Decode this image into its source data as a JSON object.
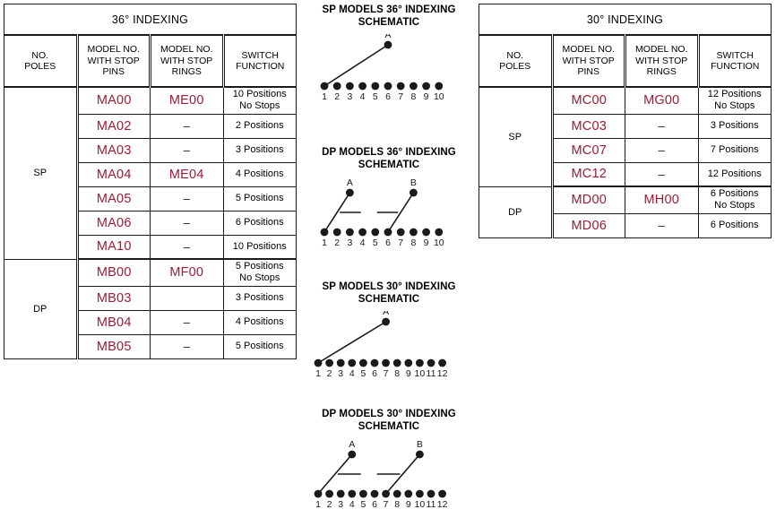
{
  "tables": [
    {
      "id": "table-36",
      "title": "36° INDEXING",
      "columns": [
        "NO.\nPOLES",
        "MODEL NO.\nWITH STOP\nPINS",
        "MODEL NO.\nWITH STOP\nRINGS",
        "SWITCH\nFUNCTION"
      ],
      "col_poles_l1": "NO.",
      "col_poles_l2": "POLES",
      "col_pins_l1": "MODEL NO.",
      "col_pins_l2": "WITH STOP",
      "col_pins_l3": "PINS",
      "col_rings_l1": "MODEL NO.",
      "col_rings_l2": "WITH STOP",
      "col_rings_l3": "RINGS",
      "col_func_l1": "SWITCH",
      "col_func_l2": "FUNCTION",
      "groups": [
        {
          "poles": "SP",
          "rows": [
            {
              "pins": "MA00",
              "rings": "ME00",
              "func_l1": "10 Positions",
              "func_l2": "No Stops"
            },
            {
              "pins": "MA02",
              "rings": "–",
              "func_l1": "2 Positions",
              "func_l2": ""
            },
            {
              "pins": "MA03",
              "rings": "–",
              "func_l1": "3 Positions",
              "func_l2": ""
            },
            {
              "pins": "MA04",
              "rings": "ME04",
              "func_l1": "4 Positions",
              "func_l2": ""
            },
            {
              "pins": "MA05",
              "rings": "–",
              "func_l1": "5 Positions",
              "func_l2": ""
            },
            {
              "pins": "MA06",
              "rings": "–",
              "func_l1": "6 Positions",
              "func_l2": ""
            },
            {
              "pins": "MA10",
              "rings": "–",
              "func_l1": "10 Positions",
              "func_l2": ""
            }
          ]
        },
        {
          "poles": "DP",
          "rows": [
            {
              "pins": "MB00",
              "rings": "MF00",
              "func_l1": "5 Positions",
              "func_l2": "No Stops"
            },
            {
              "pins": "MB03",
              "rings": "",
              "func_l1": "3 Positions",
              "func_l2": ""
            },
            {
              "pins": "MB04",
              "rings": "–",
              "func_l1": "4 Positions",
              "func_l2": ""
            },
            {
              "pins": "MB05",
              "rings": "–",
              "func_l1": "5 Positions",
              "func_l2": ""
            }
          ]
        }
      ]
    },
    {
      "id": "table-30",
      "title": "30° INDEXING",
      "col_poles_l1": "NO.",
      "col_poles_l2": "POLES",
      "col_pins_l1": "MODEL NO.",
      "col_pins_l2": "WITH STOP",
      "col_pins_l3": "PINS",
      "col_rings_l1": "MODEL NO.",
      "col_rings_l2": "WITH STOP",
      "col_rings_l3": "RINGS",
      "col_func_l1": "SWITCH",
      "col_func_l2": "FUNCTION",
      "groups": [
        {
          "poles": "SP",
          "rows": [
            {
              "pins": "MC00",
              "rings": "MG00",
              "func_l1": "12 Positions",
              "func_l2": "No Stops"
            },
            {
              "pins": "MC03",
              "rings": "–",
              "func_l1": "3 Positions",
              "func_l2": ""
            },
            {
              "pins": "MC07",
              "rings": "–",
              "func_l1": "7 Positions",
              "func_l2": ""
            },
            {
              "pins": "MC12",
              "rings": "–",
              "func_l1": "12 Positions",
              "func_l2": ""
            }
          ]
        },
        {
          "poles": "DP",
          "rows": [
            {
              "pins": "MD00",
              "rings": "MH00",
              "func_l1": "6 Positions",
              "func_l2": "No Stops"
            },
            {
              "pins": "MD06",
              "rings": "–",
              "func_l1": "6 Positions",
              "func_l2": ""
            }
          ]
        }
      ]
    }
  ],
  "schematics": [
    {
      "id": "sch-sp36",
      "title_l1": "SP MODELS 36° INDEXING",
      "title_l2": "SCHEMATIC",
      "terminal_count": 10,
      "terminal_labels": [
        "1",
        "2",
        "3",
        "4",
        "5",
        "6",
        "7",
        "8",
        "9",
        "10"
      ],
      "poles": [
        {
          "label": "A",
          "above_terminal": 6,
          "wiper_to_terminal": 1
        }
      ],
      "tie_bar": false
    },
    {
      "id": "sch-dp36",
      "title_l1": "DP MODELS 36° INDEXING",
      "title_l2": "SCHEMATIC",
      "terminal_count": 10,
      "terminal_labels": [
        "1",
        "2",
        "3",
        "4",
        "5",
        "6",
        "7",
        "8",
        "9",
        "10"
      ],
      "poles": [
        {
          "label": "A",
          "above_terminal": 3,
          "wiper_to_terminal": 1
        },
        {
          "label": "B",
          "above_terminal": 8,
          "wiper_to_terminal": 6
        }
      ],
      "tie_bar": true
    },
    {
      "id": "sch-sp30",
      "title_l1": "SP MODELS 30° INDEXING",
      "title_l2": "SCHEMATIC",
      "terminal_count": 12,
      "terminal_labels": [
        "1",
        "2",
        "3",
        "4",
        "5",
        "6",
        "7",
        "8",
        "9",
        "10",
        "11",
        "12"
      ],
      "poles": [
        {
          "label": "A",
          "above_terminal": 7,
          "wiper_to_terminal": 1
        }
      ],
      "tie_bar": false
    },
    {
      "id": "sch-dp30",
      "title_l1": "DP MODELS 30° INDEXING",
      "title_l2": "SCHEMATIC",
      "terminal_count": 12,
      "terminal_labels": [
        "1",
        "2",
        "3",
        "4",
        "5",
        "6",
        "7",
        "8",
        "9",
        "10",
        "11",
        "12"
      ],
      "poles": [
        {
          "label": "A",
          "above_terminal": 4,
          "wiper_to_terminal": 1
        },
        {
          "label": "B",
          "above_terminal": 10,
          "wiper_to_terminal": 7
        }
      ],
      "tie_bar": true
    }
  ],
  "colors": {
    "model_red": "#9e1b32",
    "rule": "#1a1a1a"
  }
}
